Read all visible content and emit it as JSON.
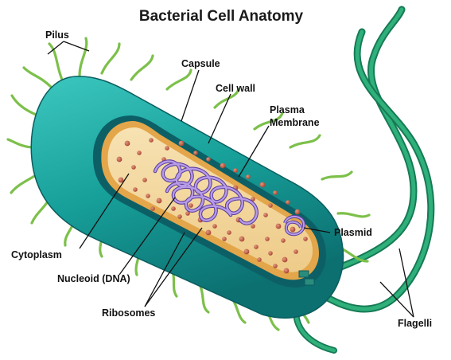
{
  "title": "Bacterial Cell Anatomy",
  "labels": {
    "pilus": "Pilus",
    "capsule": "Capsule",
    "cell_wall": "Cell wall",
    "plasma_membrane_1": "Plasma",
    "plasma_membrane_2": "Membrane",
    "plasmid": "Plasmid",
    "cytoplasm": "Cytoplasm",
    "nucleoid": "Nucleoid (DNA)",
    "ribosomes": "Ribosomes",
    "flagelli": "Flagelli"
  },
  "colors": {
    "capsule": "#1a9e9a",
    "cell_wall": "#0d5f66",
    "membrane": "#e3a64a",
    "cytoplasm": "#f3d9a4",
    "nucleoid": "#9b7fd1",
    "ribosome": "#b5533c",
    "pili": "#7cc04a",
    "flagella": "#1e9e6a"
  }
}
